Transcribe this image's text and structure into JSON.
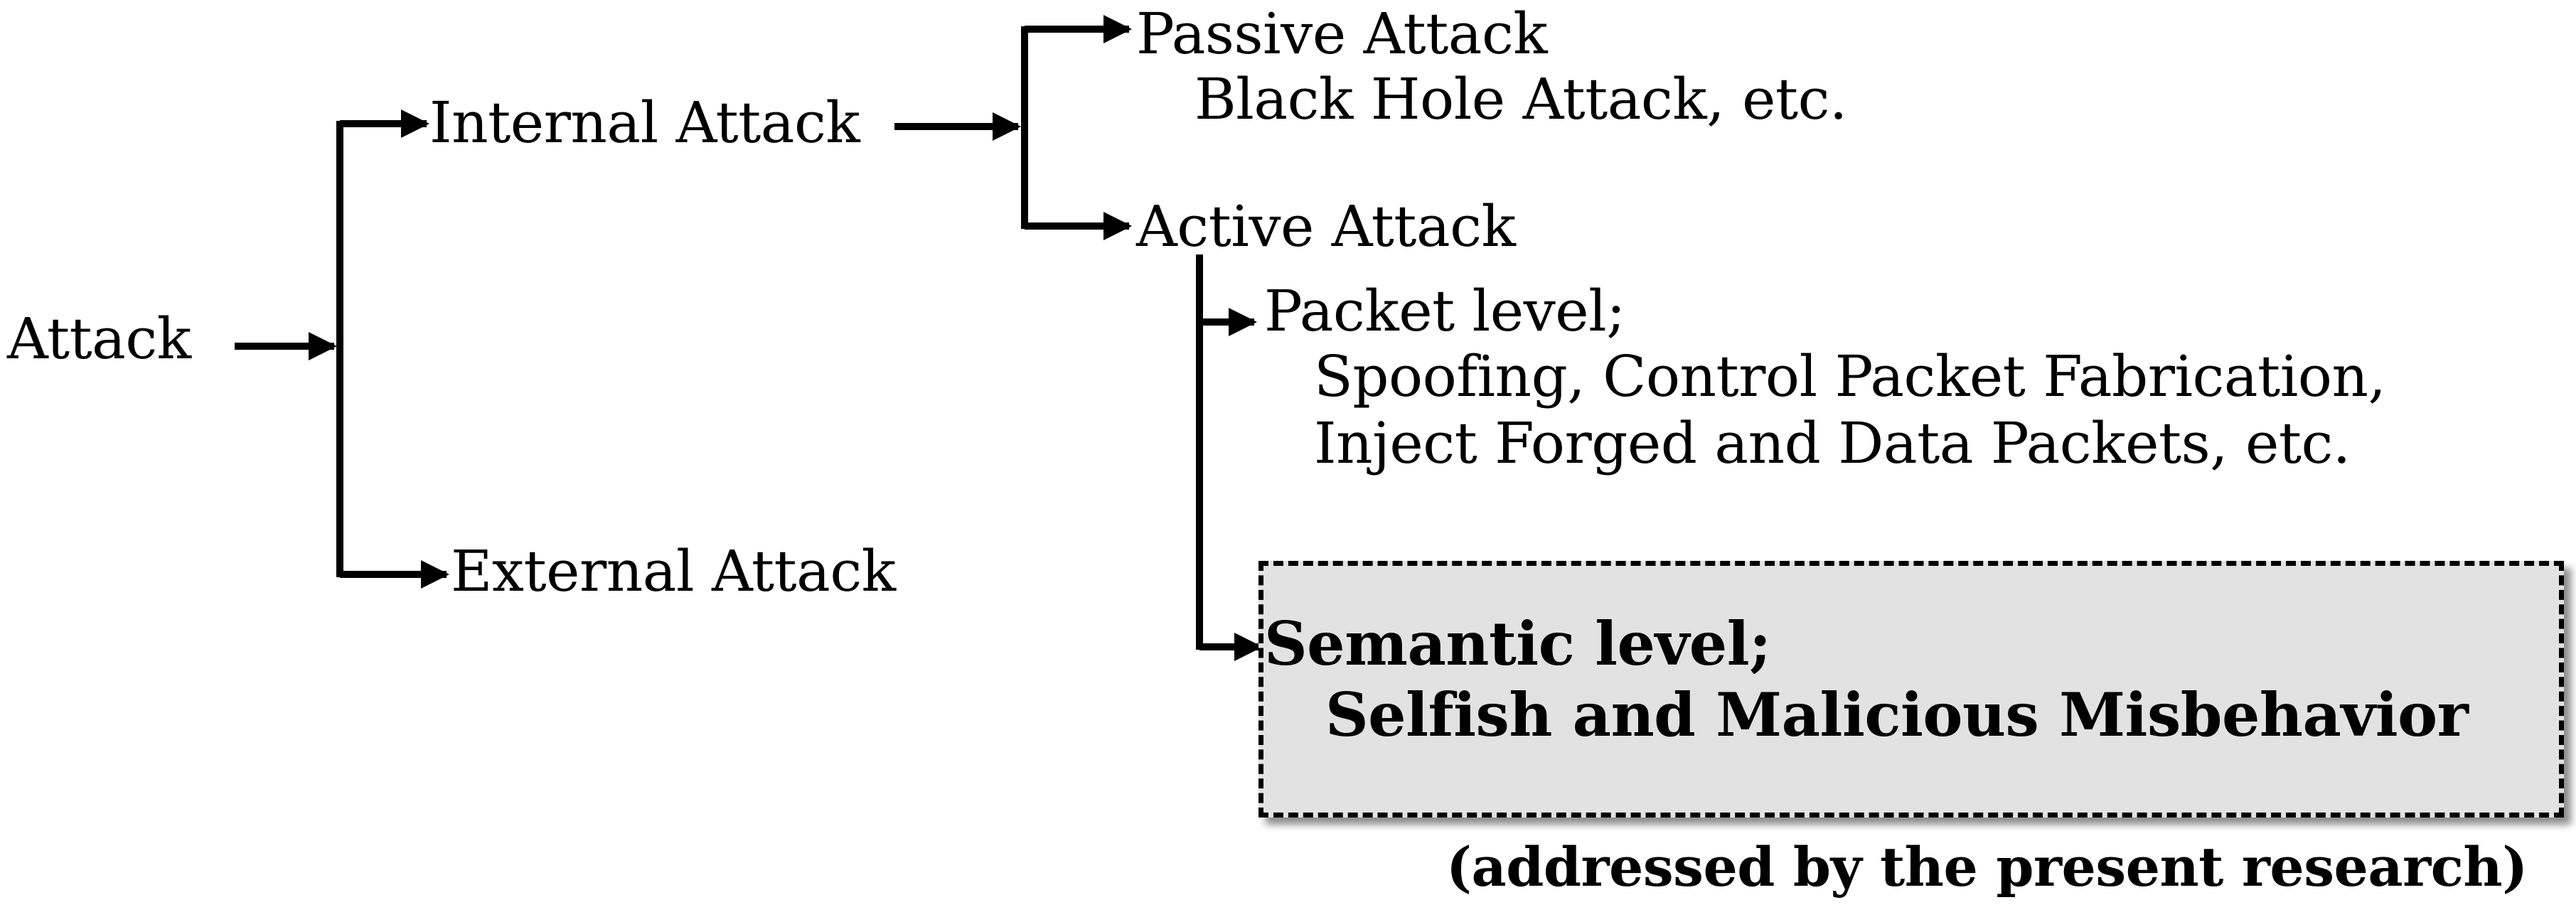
{
  "root": {
    "label": "Attack"
  },
  "internal": {
    "label": "Internal Attack"
  },
  "external": {
    "label": "External Attack"
  },
  "passive": {
    "label": "Passive Attack",
    "example": "Black Hole Attack, etc."
  },
  "active": {
    "label": "Active Attack"
  },
  "packet_level": {
    "label": "Packet level;",
    "examples": [
      "Spoofing, Control Packet Fabrication,",
      "Inject Forged and Data Packets, etc."
    ]
  },
  "semantic_level": {
    "label": "Semantic level;",
    "example": "Selfish and Malicious Misbehavior",
    "note": "(addressed by the present research)"
  }
}
